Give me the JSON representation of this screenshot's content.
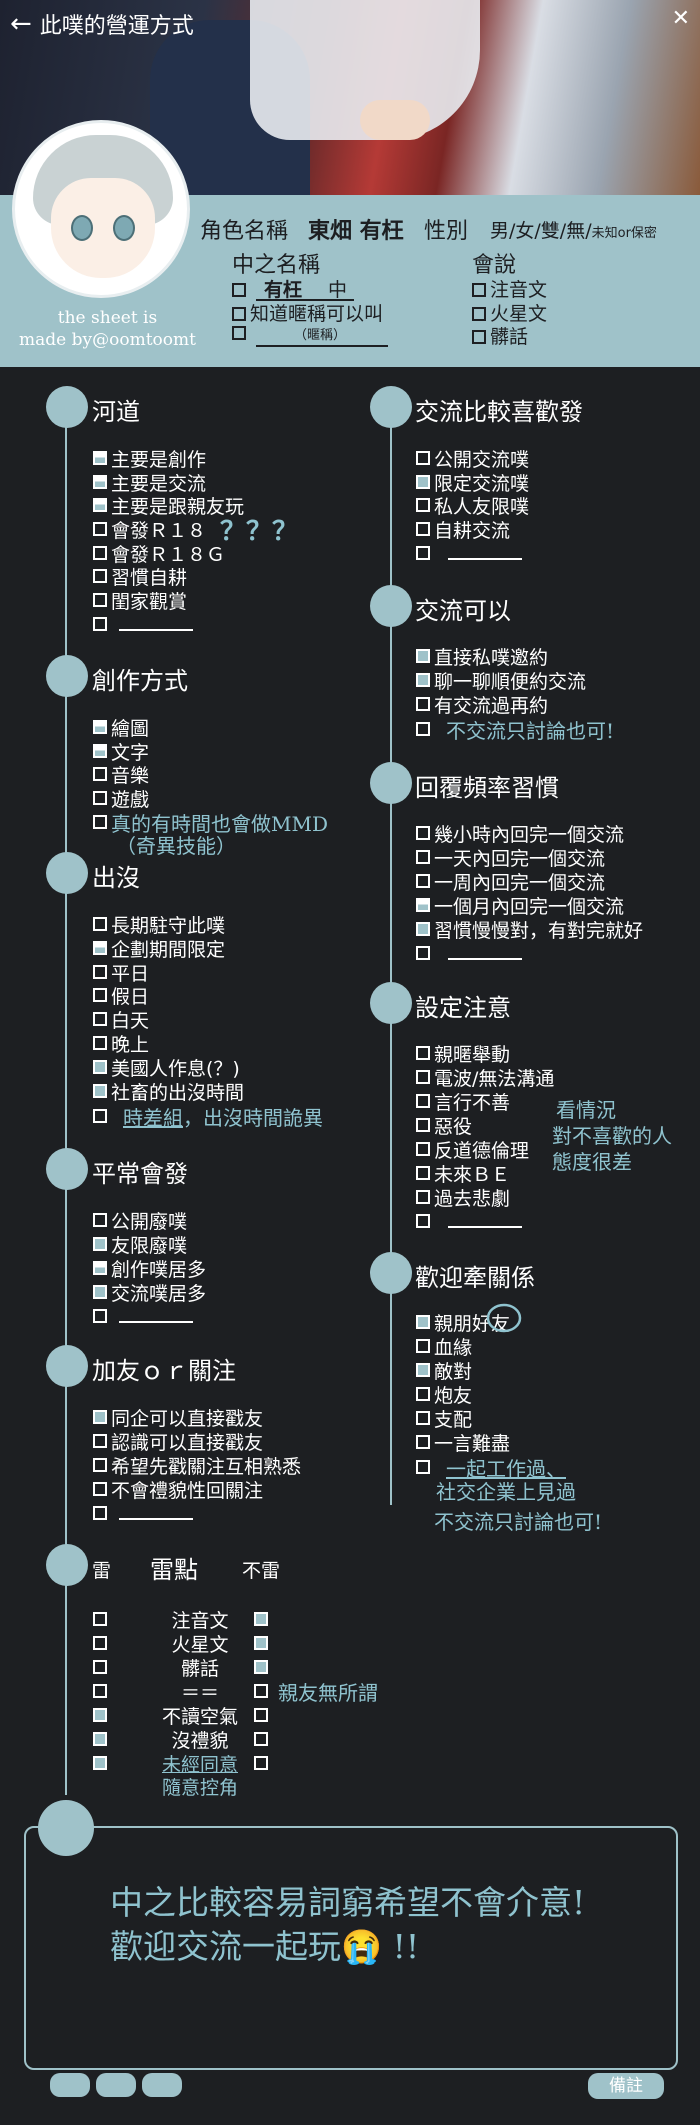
{
  "header": {
    "title": "此噗的營運方式",
    "colors": {
      "accent": "#9fc2c9",
      "background": "#1d1f22",
      "handwriting": "#8fc3cf"
    }
  },
  "profile": {
    "name_label": "角色名稱",
    "name_value": "東畑 有枉",
    "gender_label": "性別",
    "gender_options": "男/女/雙/無/",
    "gender_extra": "未知or保密",
    "nickname_label": "中之名稱",
    "nick_value": "有枉",
    "nick_suffix": "中",
    "nick_opt2": "知道暱稱可以叫",
    "nick_opt3": "（暱稱）",
    "lang_label": "會說",
    "lang_1": "注音文",
    "lang_2": "火星文",
    "lang_3": "髒話",
    "made_by_1": "the sheet is",
    "made_by_2": "made by@oomtoomt"
  },
  "sections": {
    "s1": {
      "title": "河道",
      "items": [
        "主要是創作",
        "主要是交流",
        "主要是跟親友玩",
        "會發Ｒ１８",
        "會發Ｒ１８Ｇ",
        "習慣自耕",
        "閨家觀賞"
      ],
      "note": "？？？"
    },
    "s2": {
      "title": "創作方式",
      "items": [
        "繪圖",
        "文字",
        "音樂",
        "遊戲"
      ],
      "extra": "真的有時間也會做MMD",
      "extra2": "（奇異技能）"
    },
    "s3": {
      "title": "出沒",
      "items": [
        "長期駐守此噗",
        "企劃期間限定",
        "平日",
        "假日",
        "白天",
        "晚上",
        "美國人作息(？)",
        "社畜的出沒時間"
      ],
      "extra_a": "時差組",
      "extra_b": "，出沒時間詭異"
    },
    "s4": {
      "title": "平常會發",
      "items": [
        "公開廢噗",
        "友限廢噗",
        "創作噗居多",
        "交流噗居多"
      ]
    },
    "s5": {
      "title": "加友ｏｒ關注",
      "items": [
        "同企可以直接戳友",
        "認識可以直接戳友",
        "希望先戳關注互相熟悉",
        "不會禮貌性回關注"
      ]
    },
    "r1": {
      "title": "交流比較喜歡發",
      "items": [
        "公開交流噗",
        "限定交流噗",
        "私人友限噗",
        "自耕交流"
      ]
    },
    "r2": {
      "title": "交流可以",
      "items": [
        "直接私噗邀約",
        "聊一聊順便約交流",
        "有交流過再約"
      ],
      "extra": "不交流只討論也可!"
    },
    "r3": {
      "title": "回覆頻率習慣",
      "items": [
        "幾小時內回完一個交流",
        "一天內回完一個交流",
        "一周內回完一個交流",
        "一個月內回完一個交流",
        "習慣慢慢對，有對完就好"
      ]
    },
    "r4": {
      "title": "設定注意",
      "items": [
        "親暱舉動",
        "電波/無法溝通",
        "言行不善",
        "惡役",
        "反道德倫理",
        "未來ＢＥ",
        "過去悲劇"
      ],
      "note_1": "看情況",
      "note_2": "對不喜歡的人",
      "note_3": "態度很差"
    },
    "r5": {
      "title": "歡迎牽關係",
      "items": [
        "親朋好友",
        "血緣",
        "敵對",
        "炮友",
        "支配",
        "一言難盡"
      ],
      "extra_1": "一起工作過、",
      "extra_2": "社交企業上見過",
      "extra_3": "不交流只討論也可!"
    },
    "thunder": {
      "title_left": "雷",
      "title_center": "雷點",
      "title_right": "不雷",
      "rows": [
        "注音文",
        "火星文",
        "髒話",
        "＝＝",
        "不讀空氣",
        "沒禮貌"
      ],
      "row7a": "未經同意",
      "row7b": "隨意控角",
      "extra": "親友無所謂"
    }
  },
  "memo": {
    "line_1": "中之比較容易詞窮希望不會介意!",
    "line_2": "歡迎交流一起玩",
    "line_2_tail": " !!",
    "emoji": "😭",
    "label": "備註"
  }
}
